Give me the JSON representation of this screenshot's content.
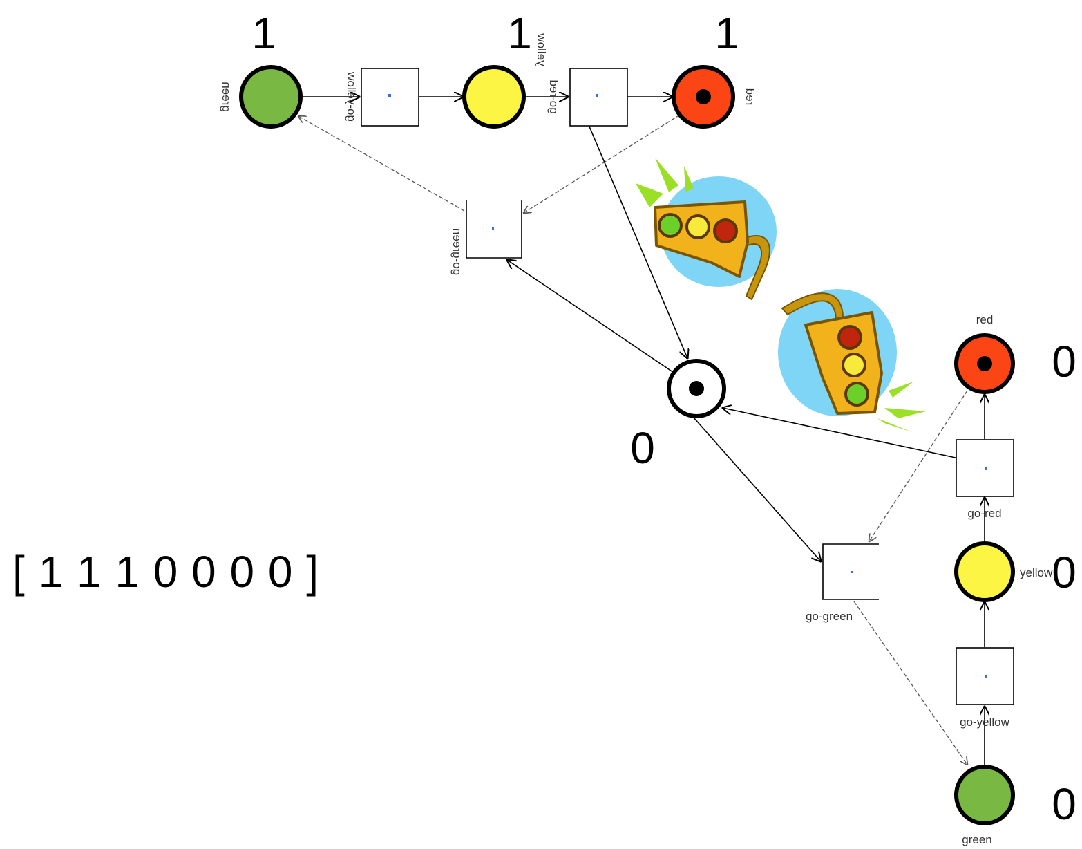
{
  "marking_vector": "[ 1 1 1 0 0 0 0 ]",
  "net_top": {
    "counts": {
      "green": "1",
      "yellow": "1",
      "red": "1"
    },
    "place_labels": {
      "green": "green",
      "yellow": "yellow",
      "red": "red"
    },
    "transition_labels": {
      "go_yellow": "go-yellow",
      "go_red": "go-red",
      "go_green": "go-green"
    }
  },
  "net_bottom": {
    "counts": {
      "red": "0",
      "yellow": "0",
      "green": "0"
    },
    "place_labels": {
      "red": "red",
      "yellow": "yellow",
      "green": "green"
    },
    "transition_labels": {
      "go_red": "go-red",
      "go_green": "go-green",
      "go_yellow": "go-yellow"
    }
  },
  "shared_place": {
    "count": "0"
  },
  "colors": {
    "green": "#7ab844",
    "yellow": "#fdf544",
    "red": "#fc4515",
    "sky": "#7fd5f5",
    "amber": "#f2b21c"
  },
  "icons": [
    "traffic-light-horizontal-icon",
    "traffic-light-vertical-icon"
  ]
}
